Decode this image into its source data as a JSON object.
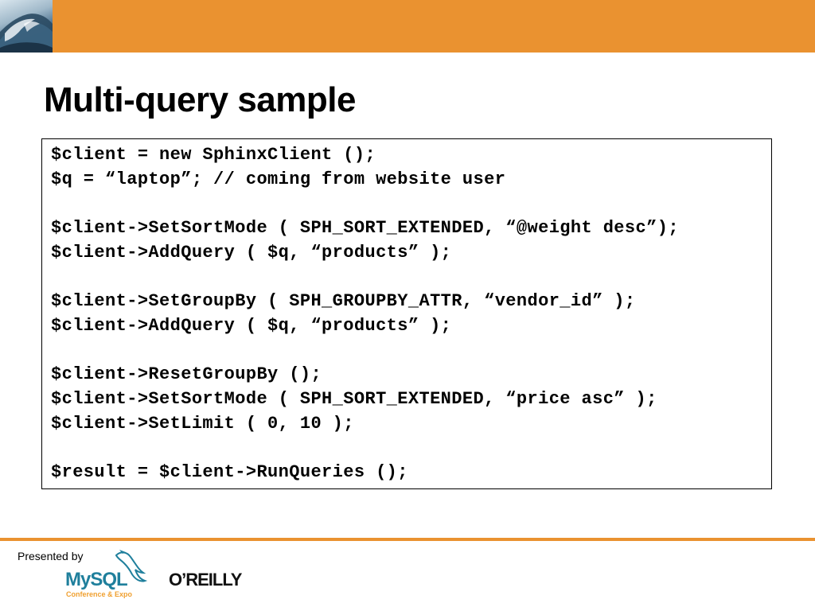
{
  "slide": {
    "title": "Multi-query sample"
  },
  "code": {
    "lines": [
      "$client = new SphinxClient ();",
      "$q = “laptop”; // coming from website user",
      "",
      "$client->SetSortMode ( SPH_SORT_EXTENDED, “@weight desc”);",
      "$client->AddQuery ( $q, “products” );",
      "",
      "$client->SetGroupBy ( SPH_GROUPBY_ATTR, “vendor_id” );",
      "$client->AddQuery ( $q, “products” );",
      "",
      "$client->ResetGroupBy ();",
      "$client->SetSortMode ( SPH_SORT_EXTENDED, “price asc” );",
      "$client->SetLimit ( 0, 10 );",
      "",
      "$result = $client->RunQueries ();"
    ]
  },
  "footer": {
    "presented_by": "Presented by",
    "mysql_logo_text": "MySQL",
    "mysql_logo_subtitle": "Conference & Expo",
    "oreilly_logo_text": "O’REILLY"
  },
  "colors": {
    "accent": "#ea9230",
    "mysql_blue": "#1f7f9c",
    "mysql_orange": "#f0a030"
  },
  "icons": {
    "wave": "ocean-wave-icon",
    "dolphin": "dolphin-icon"
  }
}
